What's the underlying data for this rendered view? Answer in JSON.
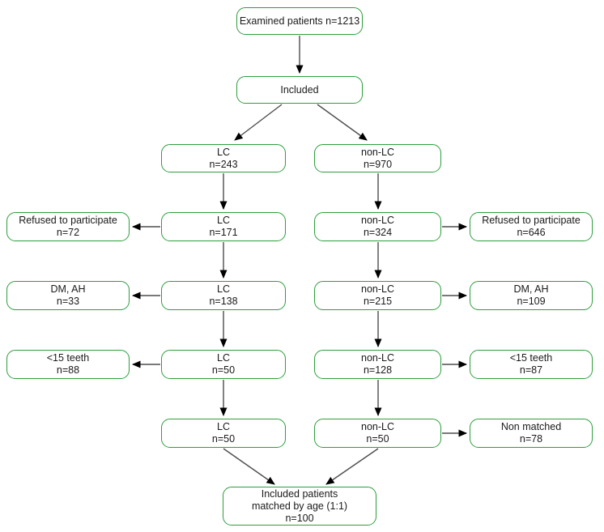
{
  "diagram": {
    "accent_color": "#2e9e3c",
    "arrow_line_color": "#4d4d4d",
    "arrowhead_color": "#000000",
    "nodes": {
      "examined": {
        "lines": [
          "Examined patients n=1213"
        ]
      },
      "included": {
        "lines": [
          "Included"
        ]
      },
      "lc243": {
        "lines": [
          "LC",
          "n=243"
        ]
      },
      "nonlc970": {
        "lines": [
          "non-LC",
          "n=970"
        ]
      },
      "refusedlc": {
        "lines": [
          "Refused to participate",
          "n=72"
        ]
      },
      "lc171": {
        "lines": [
          "LC",
          "n=171"
        ]
      },
      "nonlc324": {
        "lines": [
          "non-LC",
          "n=324"
        ]
      },
      "refusednonlc": {
        "lines": [
          "Refused to participate",
          "n=646"
        ]
      },
      "dmahlc": {
        "lines": [
          "DM, AH",
          "n=33"
        ]
      },
      "lc138": {
        "lines": [
          "LC",
          "n=138"
        ]
      },
      "nonlc215": {
        "lines": [
          "non-LC",
          "n=215"
        ]
      },
      "dmahnonlc": {
        "lines": [
          "DM, AH",
          "n=109"
        ]
      },
      "teethlc": {
        "lines": [
          "<15 teeth",
          "n=88"
        ]
      },
      "lc50a": {
        "lines": [
          "LC",
          "n=50"
        ]
      },
      "nonlc128": {
        "lines": [
          "non-LC",
          "n=128"
        ]
      },
      "teethnonlc": {
        "lines": [
          "<15 teeth",
          "n=87"
        ]
      },
      "lc50b": {
        "lines": [
          "LC",
          "n=50"
        ]
      },
      "nonlc50": {
        "lines": [
          "non-LC",
          "n=50"
        ]
      },
      "nonmatched": {
        "lines": [
          "Non matched",
          "n=78"
        ]
      },
      "final": {
        "lines": [
          "Included patients",
          "matched by age (1:1)",
          "n=100"
        ]
      }
    }
  }
}
